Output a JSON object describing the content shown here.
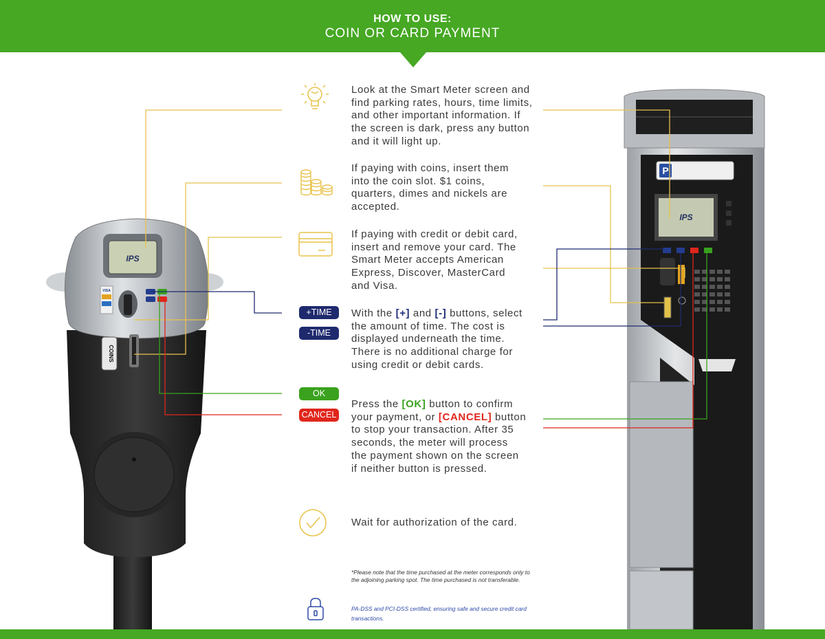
{
  "header": {
    "line1": "HOW TO USE:",
    "line2": "COIN OR CARD PAYMENT"
  },
  "steps": {
    "screen": "Look at the Smart Meter screen and find parking rates, hours, time limits, and other important information. If the screen is dark, press any button and it will light up.",
    "coins": "If paying with coins, insert them into the coin slot. $1 coins, quarters, dimes and nickels are accepted.",
    "card": "If paying with credit or debit card, insert and remove your card. The Smart Meter accepts American Express, Discover, MasterCard and Visa.",
    "time_pre": "With the ",
    "time_plus": "[+]",
    "time_mid": " and ",
    "time_minus": "[-]",
    "time_post": " buttons, select the amount of time. The cost is displayed underneath the time. There is no additional charge for using credit or debit cards.",
    "confirm_pre": "Press the ",
    "confirm_ok": "[OK]",
    "confirm_mid": " button to confirm your payment, or ",
    "confirm_cancel": "[CANCEL]",
    "confirm_post": " button to stop your transaction. After 35 seconds, the meter will process the payment shown on the screen if neither button is pressed.",
    "wait": "Wait for authorization of the card."
  },
  "buttons": {
    "plus_time": "+TIME",
    "minus_time": "-TIME",
    "ok": "OK",
    "cancel": "CANCEL"
  },
  "notes": {
    "disclaimer": "*Please note that the time purchased at the meter corresponds only to the adjoining parking spot. The time purchased is not transferable.",
    "security": "PA-DSS and PCI-DSS certified, ensuring safe and secure credit card transactions."
  },
  "meter": {
    "brand": "IPS",
    "coins_label": "COINS",
    "card_brand": "VISA",
    "kiosk_sign": "P"
  },
  "colors": {
    "brand_green": "#46a823",
    "ok_green": "#3aa21e",
    "cancel_red": "#e0261c",
    "time_navy": "#1f2a6e",
    "leader_yellow": "#e8c24a"
  },
  "icons": [
    "lightbulb-icon",
    "coins-icon",
    "credit-card-icon",
    "checkmark-circle-icon",
    "padlock-icon"
  ]
}
